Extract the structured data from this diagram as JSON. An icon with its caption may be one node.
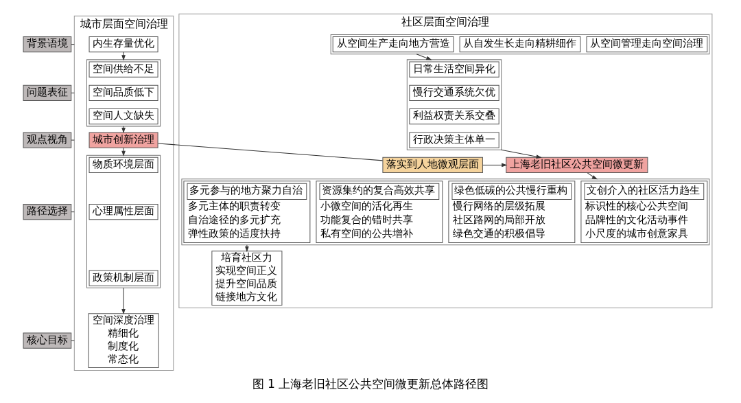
{
  "diagram": {
    "caption": "图 1 上海老旧社区公共空间微更新总体路径图",
    "nodes": [
      {
        "text": [
          "背景语境"
        ]
      },
      {
        "text": [
          "问题表征"
        ]
      },
      {
        "text": [
          "观点视角"
        ]
      },
      {
        "text": [
          "路径选择"
        ]
      },
      {
        "text": [
          "核心目标"
        ]
      },
      {
        "text": [
          "城市层面空间治理"
        ]
      },
      {
        "text": [
          "内生存量优化"
        ],
        "in": 5
      },
      {
        "text": [],
        "shape": "box",
        "in": 5
      },
      {
        "text": [
          "空间供给不足"
        ],
        "in": 7
      },
      {
        "text": [
          "空间品质低下"
        ],
        "in": 7
      },
      {
        "text": [
          "空间人文缺失"
        ],
        "in": 7
      },
      {
        "text": [
          "城市创新治理"
        ],
        "in": 5
      },
      {
        "text": [],
        "shape": "box",
        "in": 5
      },
      {
        "text": [
          "物质环境层面"
        ],
        "in": 12
      },
      {
        "text": [
          "心理属性层面"
        ],
        "in": 12
      },
      {
        "text": [
          "政策机制层面"
        ],
        "in": 12
      },
      {
        "text": [
          "空间深度治理",
          "精细化",
          "制度化",
          "常态化"
        ],
        "in": 5
      },
      {
        "text": [
          "社区层面空间治理"
        ]
      },
      {
        "text": [],
        "shape": "box",
        "in": 17
      },
      {
        "text": [
          "从空间管理走向空间治理"
        ],
        "in": 18
      },
      {
        "text": [
          "从自发生长走向精耕细作"
        ],
        "in": 18
      },
      {
        "text": [
          "从空间生产走向地方营造"
        ],
        "in": 18
      },
      {
        "text": [],
        "shape": "box",
        "in": 17
      },
      {
        "text": [
          "日常生活空间异化"
        ],
        "in": 22
      },
      {
        "text": [
          "慢行交通系统欠优"
        ],
        "in": 22
      },
      {
        "text": [
          "利益权责关系交叠"
        ],
        "in": 22
      },
      {
        "text": [
          "行政决策主体单一"
        ],
        "in": 22
      },
      {
        "text": [
          "上海老旧社区公共空间微更新"
        ],
        "in": 17
      },
      {
        "text": [],
        "shape": "box",
        "in": 17
      },
      {
        "text": [
          "文创介入的社区活力趋生",
          "标识性的核心公共空间",
          "品牌性的文化活动事件",
          "小尺度的城市创意家具"
        ],
        "in": 28
      },
      {
        "text": [
          "绿色低碳的公共慢行重构",
          "慢行网络的层级拓展",
          "社区路网的局部开放",
          "绿色交通的积极倡导"
        ],
        "in": 28
      },
      {
        "text": [
          "资源集约的复合高效共享",
          "小微空间的活化再生",
          "功能复合的错时共享",
          "私有空间的公共增补"
        ],
        "in": 28
      },
      {
        "text": [
          "多元参与的地方聚力自治",
          "多元主体的职责转变",
          "自治途径的多元扩充",
          "弹性政策的适度扶持"
        ],
        "in": 28
      },
      {
        "text": [
          "培育社区力",
          "实现空间正义",
          "提升空间品质",
          "链接地方文化"
        ],
        "in": 17
      },
      {
        "text": [
          "落实到人地微观层面"
        ],
        "in": 17
      }
    ],
    "edges": [
      {
        "from": 0,
        "to": 5,
        "arrow": "none"
      },
      {
        "from": 1,
        "to": 5,
        "arrow": "none"
      },
      {
        "from": 2,
        "to": 5,
        "arrow": "none"
      },
      {
        "from": 3,
        "to": 5,
        "arrow": "none"
      },
      {
        "from": 4,
        "to": 5,
        "arrow": "none"
      },
      {
        "from": 6,
        "to": 7,
        "arrow": "to"
      },
      {
        "from": 7,
        "to": 11,
        "arrow": "to"
      },
      {
        "from": 11,
        "to": 12,
        "arrow": "to"
      },
      {
        "from": 12,
        "to": 16,
        "arrow": "to"
      },
      {
        "from": 18,
        "to": 22,
        "arrow": "to"
      },
      {
        "from": 22,
        "to": 27,
        "arrow": "to"
      },
      {
        "from": 11,
        "to": 34,
        "arrow": "none"
      },
      {
        "from": 34,
        "to": 27,
        "arrow": "to"
      },
      {
        "from": 27,
        "to": 28,
        "arrow": "to"
      },
      {
        "from": 28,
        "to": 33,
        "arrow": "to"
      }
    ]
  }
}
